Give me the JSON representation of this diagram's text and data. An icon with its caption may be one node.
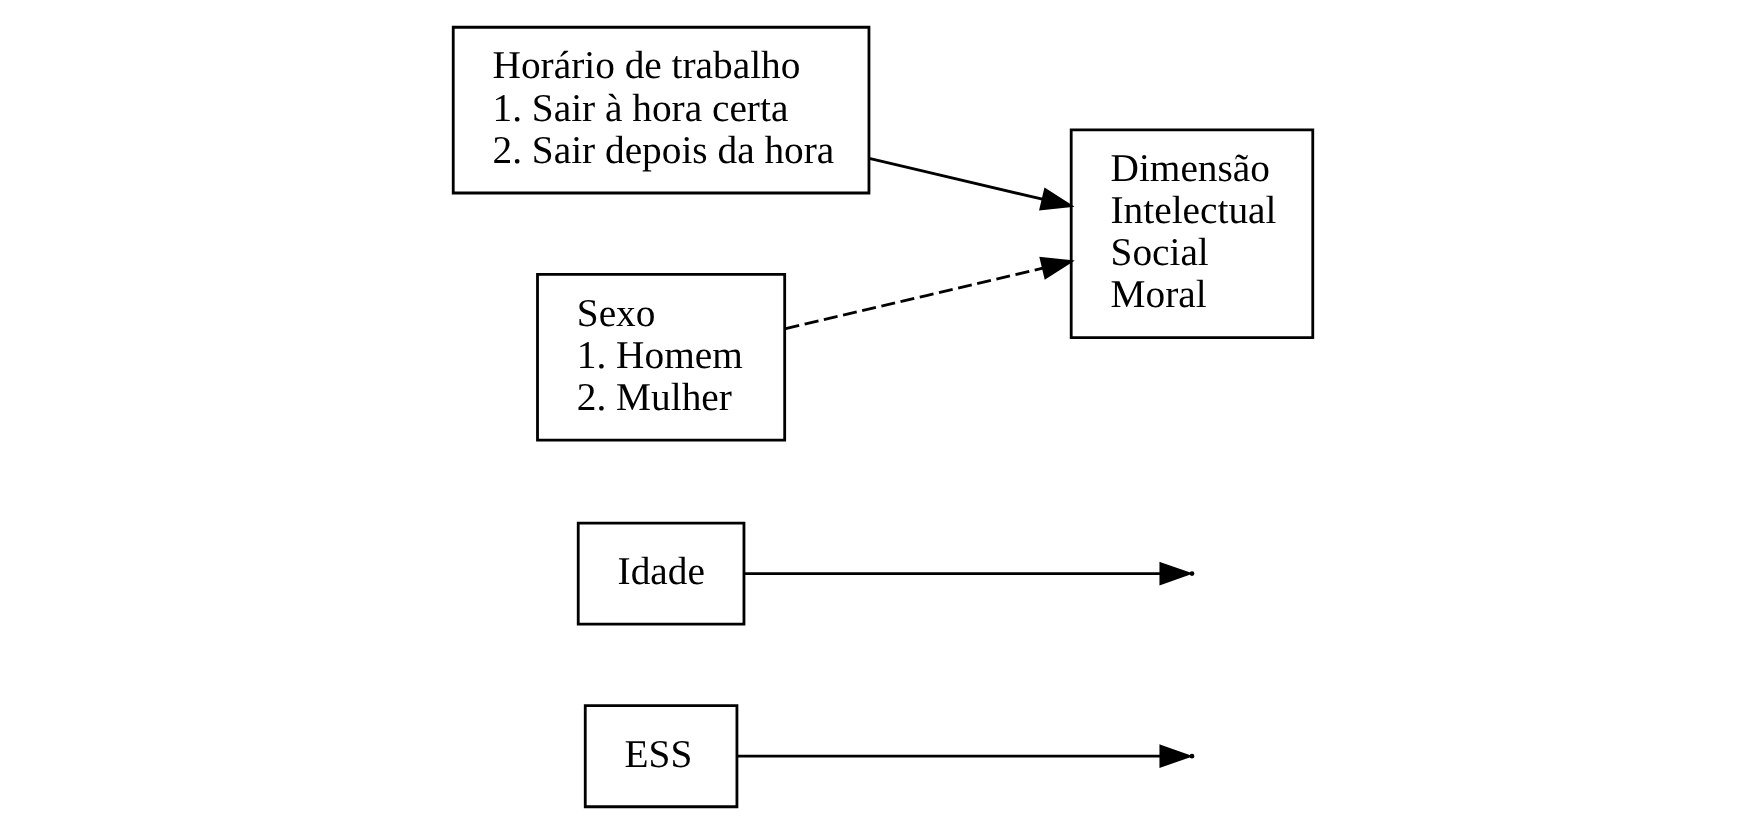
{
  "diagram": {
    "nodes": [
      {
        "text": [
          "ESS"
        ]
      },
      {
        "text": [
          "Idade"
        ]
      },
      {
        "text": [
          "Horário de trabalho",
          "1. Sair à hora certa",
          "2. Sair depois da hora"
        ]
      },
      {
        "text": [
          "Dimensão",
          "Intelectual",
          "Social",
          "Moral"
        ]
      },
      {
        "text": [
          "Sexo",
          "1. Homem",
          "2. Mulher"
        ]
      }
    ],
    "edges": [
      {
        "from": 0,
        "to": null,
        "arrow": "to"
      },
      {
        "from": 1,
        "to": null,
        "arrow": "to"
      },
      {
        "from": 2,
        "to": 3,
        "arrow": "to"
      },
      {
        "from": 4,
        "to": 3,
        "arrow": "to",
        "style": "dashed"
      }
    ]
  }
}
